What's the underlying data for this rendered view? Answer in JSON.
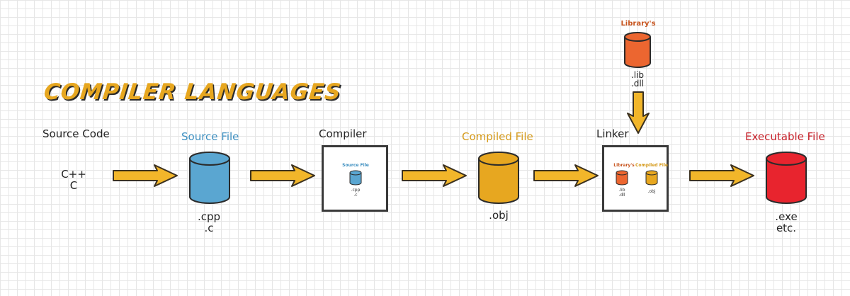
{
  "title": "COMPILER LANGUAGES",
  "source_code": {
    "label": "Source Code",
    "langs": "C++\nC"
  },
  "source_file": {
    "label": "Source File",
    "ext": ".cpp\n.c",
    "color": "#5aa6d1"
  },
  "compiler": {
    "label": "Compiler",
    "inner_label": "Source File",
    "inner_ext": ".cpp\n.c"
  },
  "compiled_file": {
    "label": "Compiled File",
    "ext": ".obj",
    "color": "#e7a720"
  },
  "library": {
    "label": "Library's",
    "ext": ".lib\n.dll",
    "color": "#ec6630"
  },
  "linker": {
    "label": "Linker",
    "inner_lib_label": "Library's",
    "inner_lib_ext": ".lib\n.dll",
    "inner_obj_label": "Compiled File",
    "inner_obj_ext": ".obj"
  },
  "executable_file": {
    "label": "Executable File",
    "ext": ".exe\netc.",
    "color": "#e8242e"
  }
}
